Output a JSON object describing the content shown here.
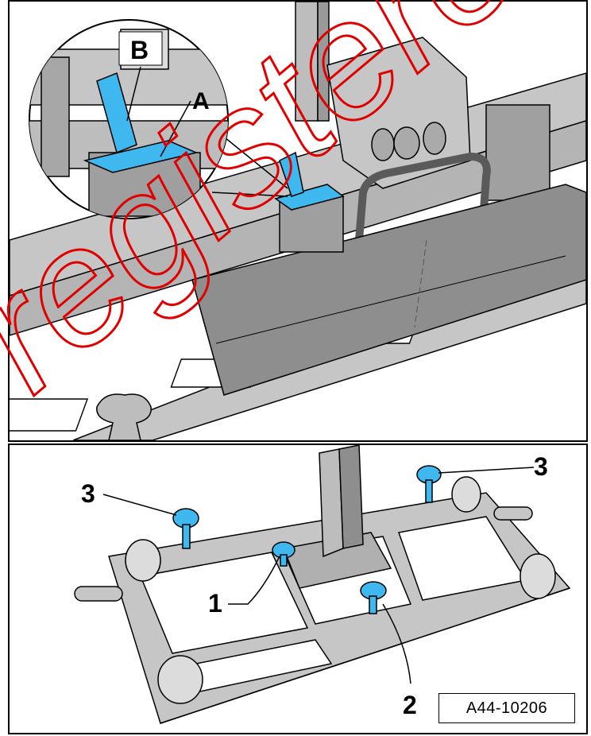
{
  "top_panel": {
    "labels": {
      "a": "A",
      "b": "B"
    }
  },
  "bottom_panel": {
    "labels": {
      "one": "1",
      "two": "2",
      "three_left": "3",
      "three_right": "3"
    },
    "reference_code": "A44-10206"
  },
  "watermark": {
    "text": "registered"
  },
  "colors": {
    "part_gray": "#c6c6c6",
    "part_dark": "#8e8e8e",
    "highlight_blue": "#3fb8f0",
    "outline": "#000000",
    "watermark_red": "#e00000"
  }
}
